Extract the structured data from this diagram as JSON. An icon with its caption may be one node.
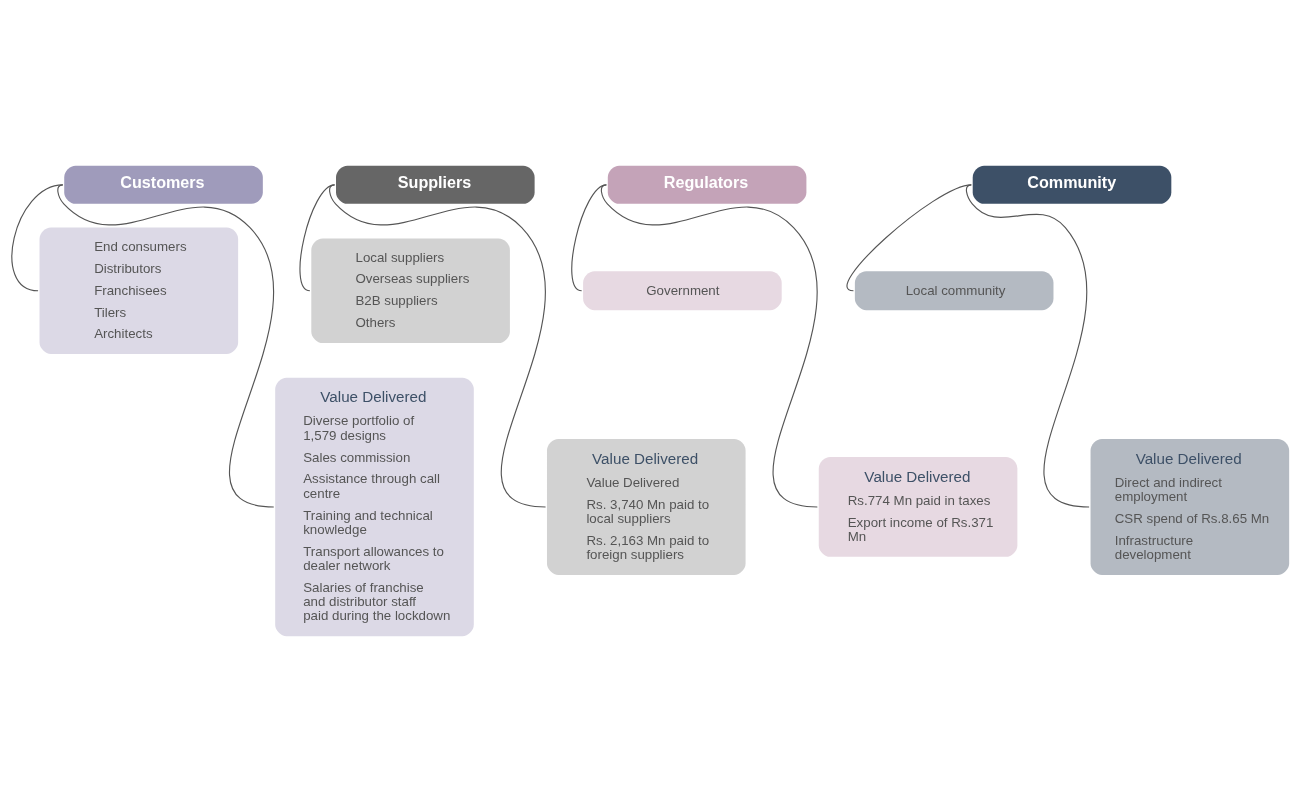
{
  "diagram": {
    "nodes": [
      {
        "text": [
          "Customers"
        ]
      },
      {
        "text": [
          "End consumers",
          "Distributors",
          "Franchisees",
          "Tilers",
          "Architects"
        ]
      },
      {
        "text": [
          "Value Delivered",
          "Diverse portfolio of 1,579 designs",
          "Sales commission",
          "Assistance through call centre",
          "Training and technical knowledge",
          "Transport allowances to dealer network",
          "Salaries of franchise and distributor staff paid during the lockdown"
        ]
      },
      {
        "text": [
          "Suppliers"
        ]
      },
      {
        "text": [
          "Local suppliers",
          "Overseas suppliers",
          "B2B suppliers",
          "Others"
        ]
      },
      {
        "text": [
          "Value Delivered",
          "Value Delivered",
          "Rs. 3,740 Mn paid to local suppliers",
          "Rs. 2,163 Mn paid to foreign suppliers"
        ]
      },
      {
        "text": [
          "Regulators"
        ]
      },
      {
        "text": [
          "Government"
        ]
      },
      {
        "text": [
          "Value Delivered",
          "Rs.774 Mn paid in taxes",
          "Export income of Rs.371 Mn"
        ]
      },
      {
        "text": [
          "Community"
        ]
      },
      {
        "text": [
          "Local community"
        ]
      },
      {
        "text": [
          "Value Delivered",
          "Direct and indirect employment",
          "CSR spend of Rs.8.65 Mn",
          "Infrastructure development"
        ]
      }
    ],
    "edges": [
      {
        "from": 0,
        "to": 1,
        "arrow": "none"
      },
      {
        "from": 0,
        "to": 2,
        "arrow": "none"
      },
      {
        "from": 3,
        "to": 4,
        "arrow": "none"
      },
      {
        "from": 3,
        "to": 5,
        "arrow": "none"
      },
      {
        "from": 6,
        "to": 7,
        "arrow": "none"
      },
      {
        "from": 6,
        "to": 8,
        "arrow": "none"
      },
      {
        "from": 9,
        "to": 10,
        "arrow": "none"
      },
      {
        "from": 9,
        "to": 11,
        "arrow": "none"
      }
    ]
  }
}
